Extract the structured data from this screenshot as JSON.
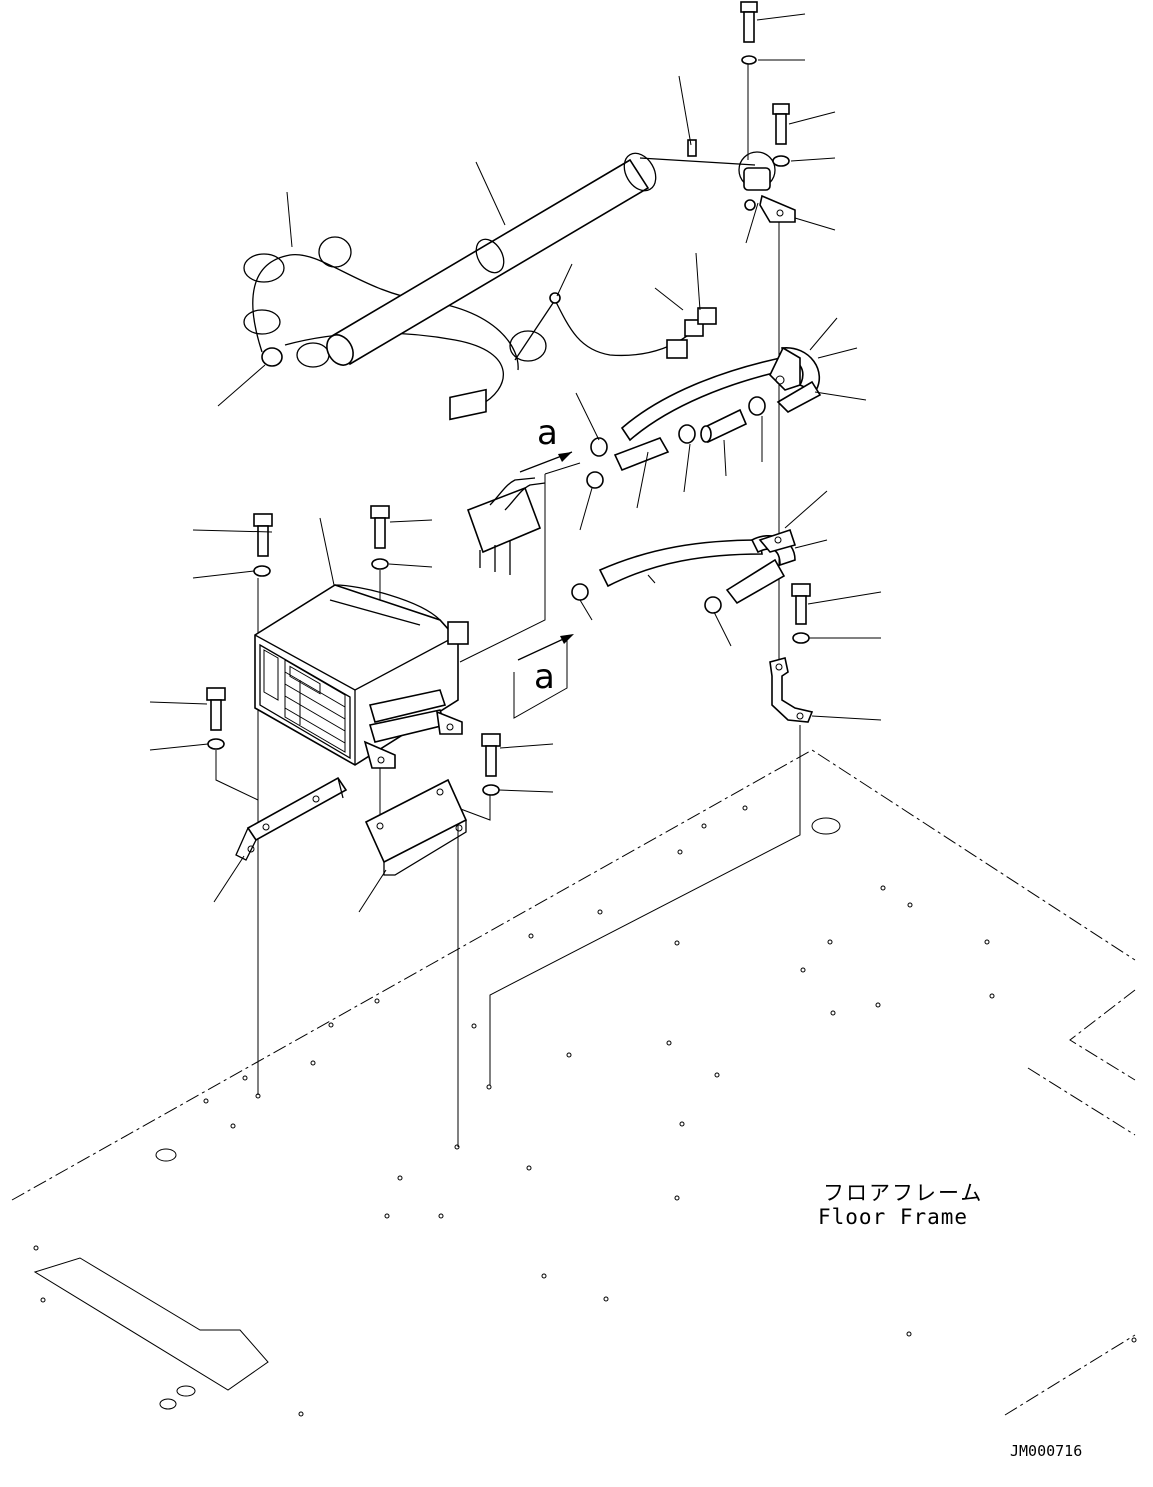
{
  "labels": {
    "view_marker_top": "a",
    "view_marker_bottom": "a",
    "floor_frame_jp": "フロアフレーム",
    "floor_frame_en": "Floor Frame",
    "drawing_number": "JM000716"
  }
}
